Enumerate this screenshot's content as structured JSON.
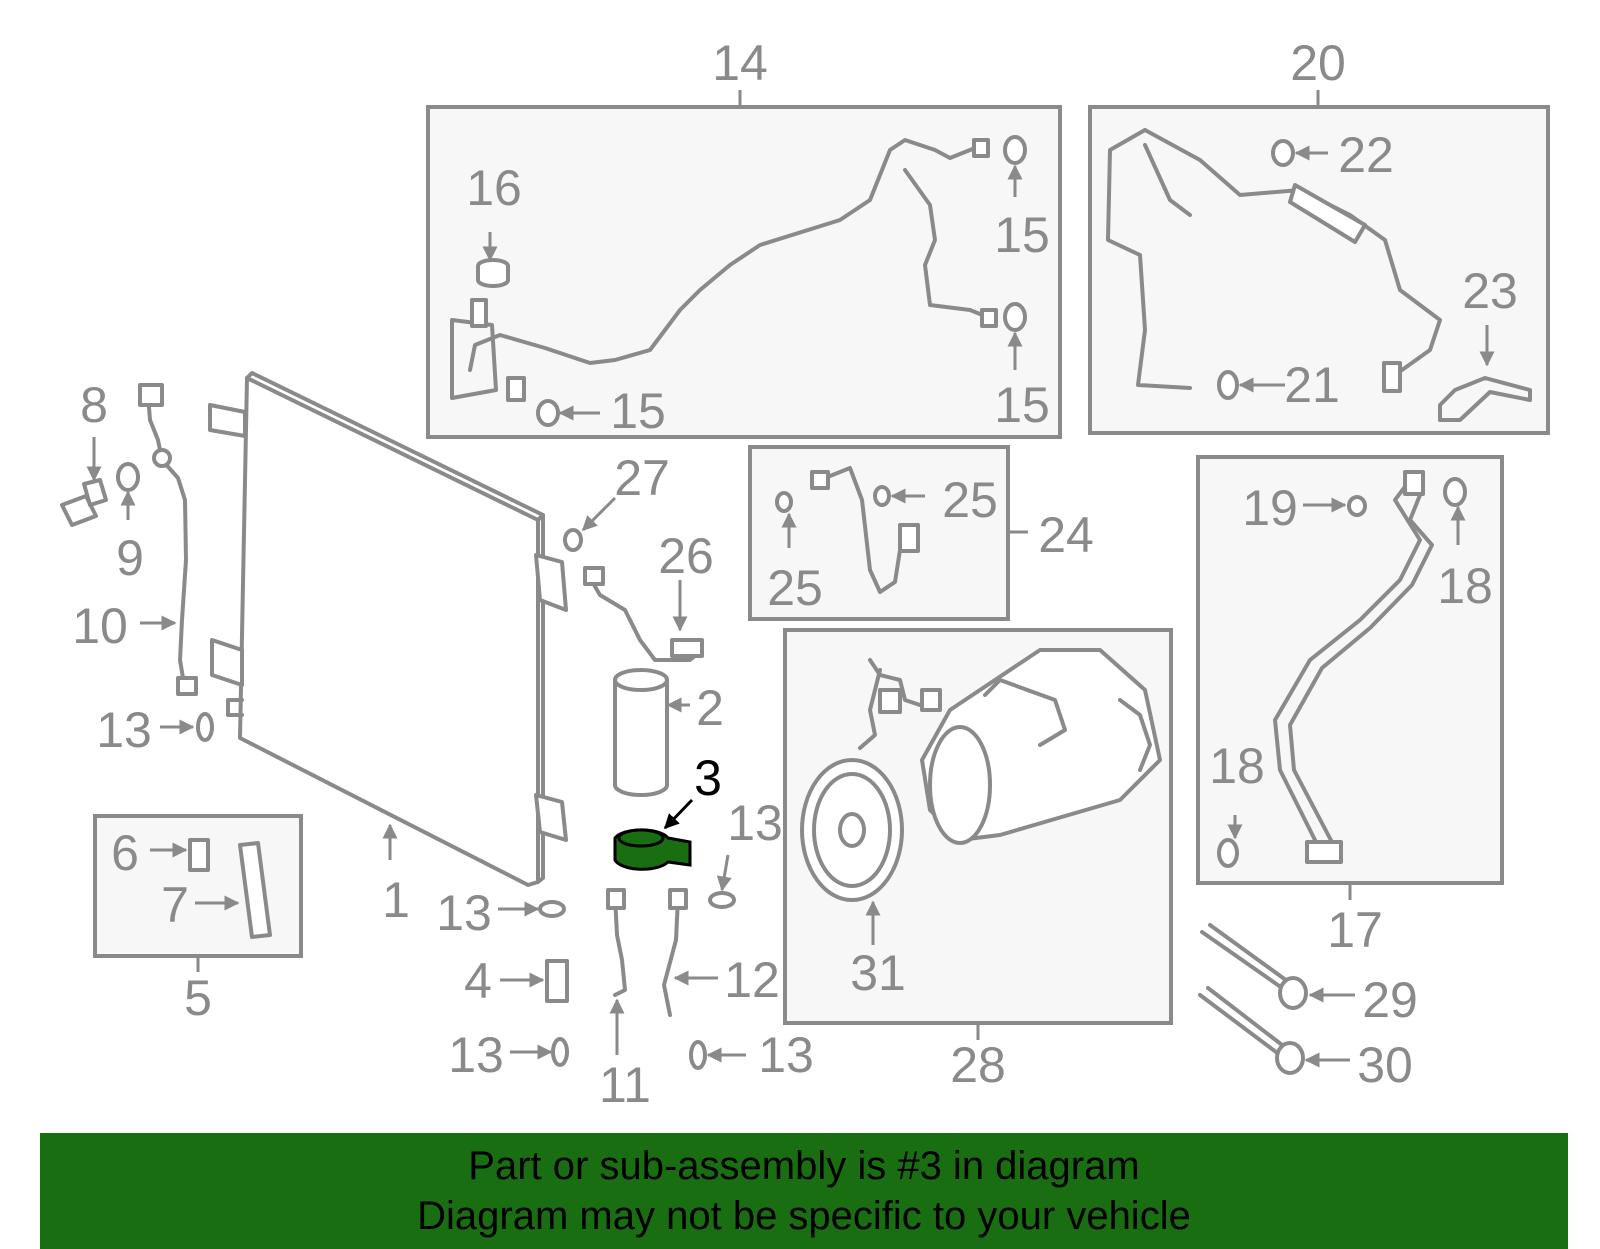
{
  "accent_color": "#1a6e12",
  "highlight_part": "3",
  "callouts": {
    "c1": "1",
    "c2": "2",
    "c3": "3",
    "c4": "4",
    "c5": "5",
    "c6": "6",
    "c7": "7",
    "c8": "8",
    "c9": "9",
    "c10": "10",
    "c11": "11",
    "c12": "12",
    "c13a": "13",
    "c13b": "13",
    "c13c": "13",
    "c13d": "13",
    "c13e": "13",
    "c14": "14",
    "c15a": "15",
    "c15b": "15",
    "c15c": "15",
    "c16": "16",
    "c17": "17",
    "c18a": "18",
    "c18b": "18",
    "c19": "19",
    "c20": "20",
    "c21": "21",
    "c22": "22",
    "c23": "23",
    "c24": "24",
    "c25a": "25",
    "c25b": "25",
    "c26": "26",
    "c27": "27",
    "c28": "28",
    "c29": "29",
    "c30": "30",
    "c31": "31"
  },
  "banner": {
    "line1": "Part or sub-assembly is #3 in diagram",
    "line2": "Diagram may not be specific to your vehicle"
  }
}
